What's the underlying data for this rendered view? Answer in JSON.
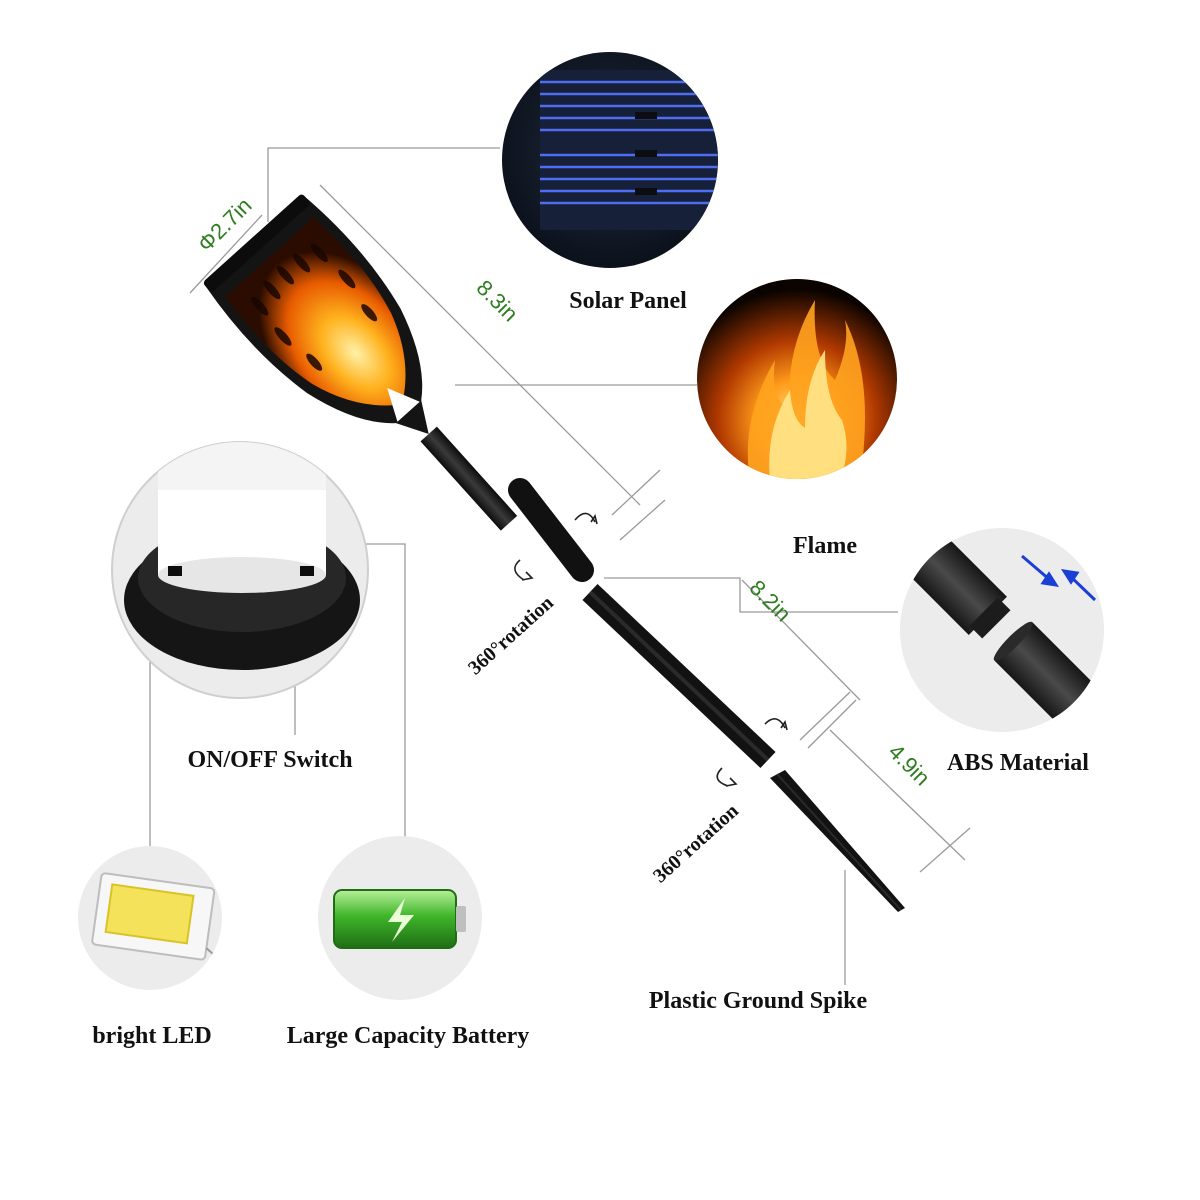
{
  "colors": {
    "dimension_text": "#2e7d1f",
    "callout_line": "#9a9a9a",
    "circle_bg": "#ececec",
    "torch_body": "#1c1c1c",
    "flame_orange": "#ff8a00",
    "arrow_blue": "#1a3fd6",
    "battery_green": "#3fb52a",
    "led_yellow": "#f3e25a"
  },
  "dimensions": {
    "diameter": "Φ2.7in",
    "head_length": "8.3in",
    "pole_length": "8.2in",
    "spike_length": "4.9in"
  },
  "rotation": {
    "upper": "360°rotation",
    "lower": "360°rotation"
  },
  "labels": {
    "solar_panel": "Solar Panel",
    "flame": "Flame",
    "abs_material": "ABS Material",
    "on_off_switch": "ON/OFF Switch",
    "ground_spike": "Plastic Ground Spike",
    "bright_led": "bright LED",
    "battery": "Large Capacity Battery"
  },
  "icons": {
    "solar_panel": "solar-panel-icon",
    "flame": "flame-icon",
    "abs_material": "tube-joint-icon",
    "switch": "switch-base-icon",
    "led": "led-chip-icon",
    "battery": "battery-icon",
    "rotate": "rotate-arrow-icon"
  }
}
